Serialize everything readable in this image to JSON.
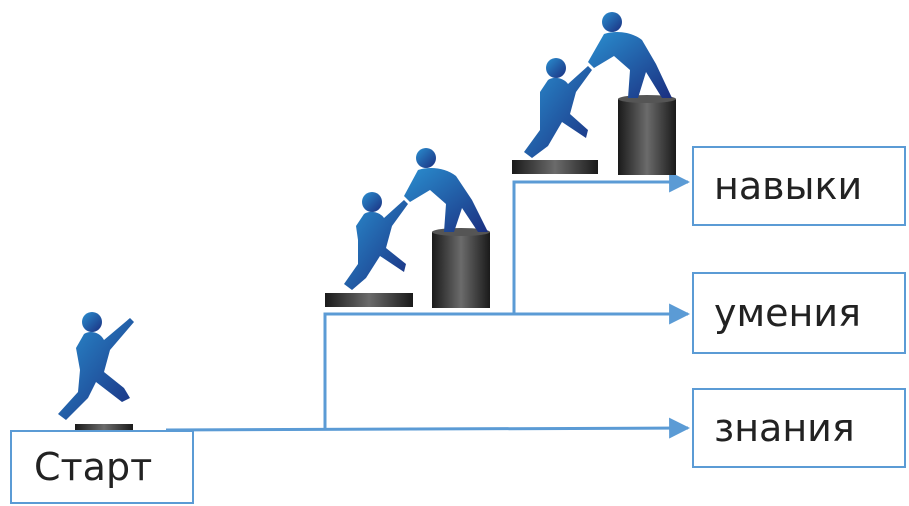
{
  "labels": {
    "start": "Старт",
    "skills": "навыки",
    "abilities": "умения",
    "knowledge": "знания"
  },
  "colors": {
    "line": "#5b9bd5",
    "figure": "#1f3f95",
    "figure_highlight": "#2a8fd0",
    "pedestal": "#2b2b2b"
  },
  "icons": [
    "climbing-person-icon",
    "helping-hand-icon",
    "pedestal-icon"
  ]
}
